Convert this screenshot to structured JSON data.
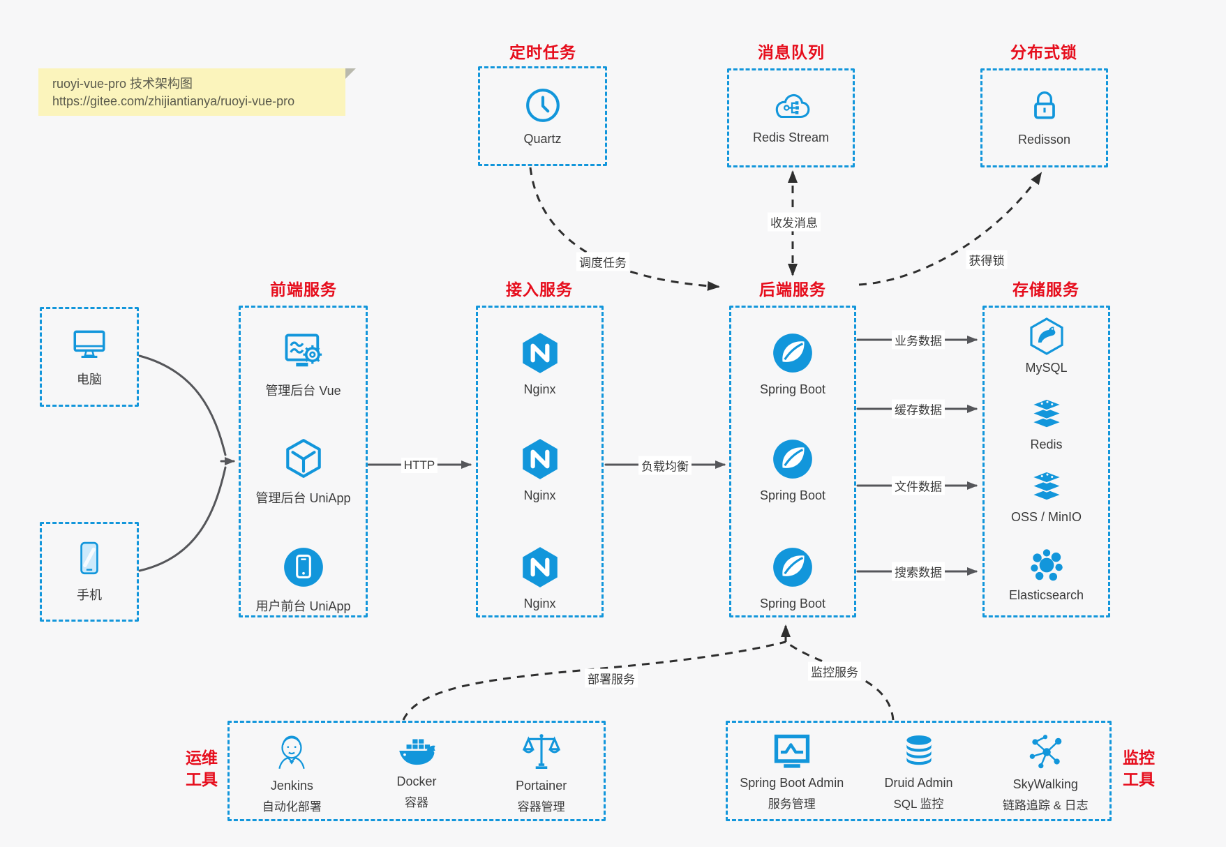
{
  "colors": {
    "accent_blue": "#1296db",
    "title_red": "#e60d1c",
    "note_bg": "#fbf4bc",
    "canvas_bg": "#f7f7f8"
  },
  "note": {
    "line1": "ruoyi-vue-pro 技术架构图",
    "line2": "https://gitee.com/zhijiantianya/ruoyi-vue-pro"
  },
  "top_groups": {
    "scheduler": {
      "title": "定时任务",
      "node": {
        "label": "Quartz",
        "icon": "clock-icon"
      }
    },
    "mq": {
      "title": "消息队列",
      "node": {
        "label": "Redis Stream",
        "icon": "cloud-network-icon"
      }
    },
    "lock": {
      "title": "分布式锁",
      "node": {
        "label": "Redisson",
        "icon": "lock-icon"
      }
    }
  },
  "clients": {
    "pc": {
      "label": "电脑",
      "icon": "desktop-icon"
    },
    "mobile": {
      "label": "手机",
      "icon": "smartphone-icon"
    }
  },
  "columns": {
    "frontend": {
      "title": "前端服务",
      "items": [
        {
          "label": "管理后台 Vue",
          "icon": "admin-vue-icon"
        },
        {
          "label": "管理后台 UniApp",
          "icon": "uniapp-cube-icon"
        },
        {
          "label": "用户前台 UniApp",
          "icon": "user-app-icon"
        }
      ]
    },
    "gateway": {
      "title": "接入服务",
      "items": [
        {
          "label": "Nginx",
          "icon": "nginx-icon"
        },
        {
          "label": "Nginx",
          "icon": "nginx-icon"
        },
        {
          "label": "Nginx",
          "icon": "nginx-icon"
        }
      ]
    },
    "backend": {
      "title": "后端服务",
      "items": [
        {
          "label": "Spring Boot",
          "icon": "spring-icon"
        },
        {
          "label": "Spring Boot",
          "icon": "spring-icon"
        },
        {
          "label": "Spring Boot",
          "icon": "spring-icon"
        }
      ]
    },
    "storage": {
      "title": "存储服务",
      "items": [
        {
          "label": "MySQL",
          "icon": "mysql-icon"
        },
        {
          "label": "Redis",
          "icon": "redis-stack-icon"
        },
        {
          "label": "OSS / MinIO",
          "icon": "oss-stack-icon"
        },
        {
          "label": "Elasticsearch",
          "icon": "elasticsearch-icon"
        }
      ]
    }
  },
  "bottom_groups": {
    "ops": {
      "title_line1": "运维",
      "title_line2": "工具",
      "items": [
        {
          "name": "Jenkins",
          "desc": "自动化部署",
          "icon": "jenkins-icon"
        },
        {
          "name": "Docker",
          "desc": "容器",
          "icon": "docker-icon"
        },
        {
          "name": "Portainer",
          "desc": "容器管理",
          "icon": "portainer-icon"
        }
      ]
    },
    "monitoring": {
      "title_line1": "监控",
      "title_line2": "工具",
      "items": [
        {
          "name": "Spring Boot Admin",
          "desc": "服务管理",
          "icon": "boot-admin-icon"
        },
        {
          "name": "Druid Admin",
          "desc": "SQL 监控",
          "icon": "druid-icon"
        },
        {
          "name": "SkyWalking",
          "desc": "链路追踪 & 日志",
          "icon": "skywalking-icon"
        }
      ]
    }
  },
  "edge_labels": {
    "http": "HTTP",
    "load_balance": "负载均衡",
    "schedule_task": "调度任务",
    "send_receive": "收发消息",
    "acquire_lock": "获得锁",
    "business_data": "业务数据",
    "cache_data": "缓存数据",
    "file_data": "文件数据",
    "search_data": "搜索数据",
    "deploy_service": "部署服务",
    "monitor_service": "监控服务"
  }
}
